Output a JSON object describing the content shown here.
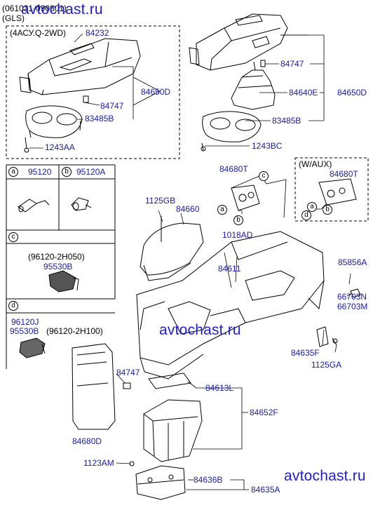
{
  "header": {
    "date_range": "(061031-090801)",
    "trim": "(GLS)"
  },
  "watermark": "avtochast.ru",
  "top_left_box": {
    "variant": "(4АСУ.Q-2WD)",
    "labels": {
      "p84232": "84232",
      "p84747": "84747",
      "p84650D": "84650D",
      "p83485B": "83485B",
      "p1243AA": "1243AA"
    }
  },
  "top_right": {
    "labels": {
      "p84747": "84747",
      "p84640E": "84640E",
      "p84650D": "84650D",
      "p83485B": "83485B",
      "p1243BC": "1243BC"
    }
  },
  "legend": {
    "a": {
      "letter": "a",
      "part": "95120"
    },
    "b": {
      "letter": "b",
      "part": "95120A"
    },
    "c": {
      "letter": "c",
      "code": "(96120-2H050)",
      "part": "95530B"
    },
    "d": {
      "letter": "d",
      "part1": "96120J",
      "part2": "95530B",
      "code": "(96120-2H100)"
    }
  },
  "aux_box": {
    "title": "(W/AUX)",
    "part": "84680T",
    "callouts": [
      "a",
      "b",
      "d"
    ]
  },
  "main": {
    "callouts": [
      "a",
      "b",
      "c"
    ],
    "labels": {
      "p84680T": "84680T",
      "p1125GB": "1125GB",
      "p84660": "84660",
      "p1018AD": "1018AD",
      "p85856A": "85856A",
      "p84611": "84611",
      "p66703N": "66703N",
      "p66703M": "66703M",
      "p84635F": "84635F",
      "p1125GA": "1125GA",
      "p84747": "84747",
      "p84613L": "84613L",
      "p84652F": "84652F",
      "p84680D": "84680D",
      "p1123AM": "1123AM",
      "p84636B": "84636B",
      "p84635A": "84635A"
    }
  }
}
